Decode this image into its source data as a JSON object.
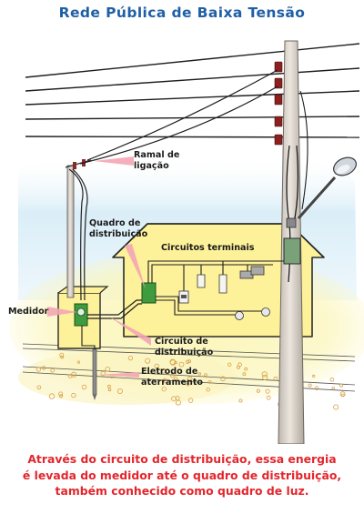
{
  "title": "Rede Pública de Baixa Tensão",
  "labels": {
    "ramal": [
      "Ramal de",
      "ligação"
    ],
    "quadro": [
      "Quadro de",
      "distribuição"
    ],
    "circuitos_terminais": "Circuitos terminais",
    "medidor": "Medidor",
    "circuito_distribuicao": [
      "Circuito de",
      "distribuição"
    ],
    "eletrodo": [
      "Eletrodo de",
      "aterramento"
    ]
  },
  "caption": [
    "Através do circuito de distribuição, essa energia",
    "é levada do medidor até o quadro de distribuição,",
    "também conhecido como quadro de luz."
  ],
  "colors": {
    "title": "#1f5fa6",
    "caption": "#e3262c",
    "pointer": "#f4a6b4",
    "house_fill": "#fdf19a",
    "house_stroke": "#2b2b2b",
    "glow": "#fbf6b8",
    "sky": "#d6ecf7",
    "pole": "#d9d2ca",
    "panel": "#3e9b3e",
    "wire": "#222222"
  }
}
